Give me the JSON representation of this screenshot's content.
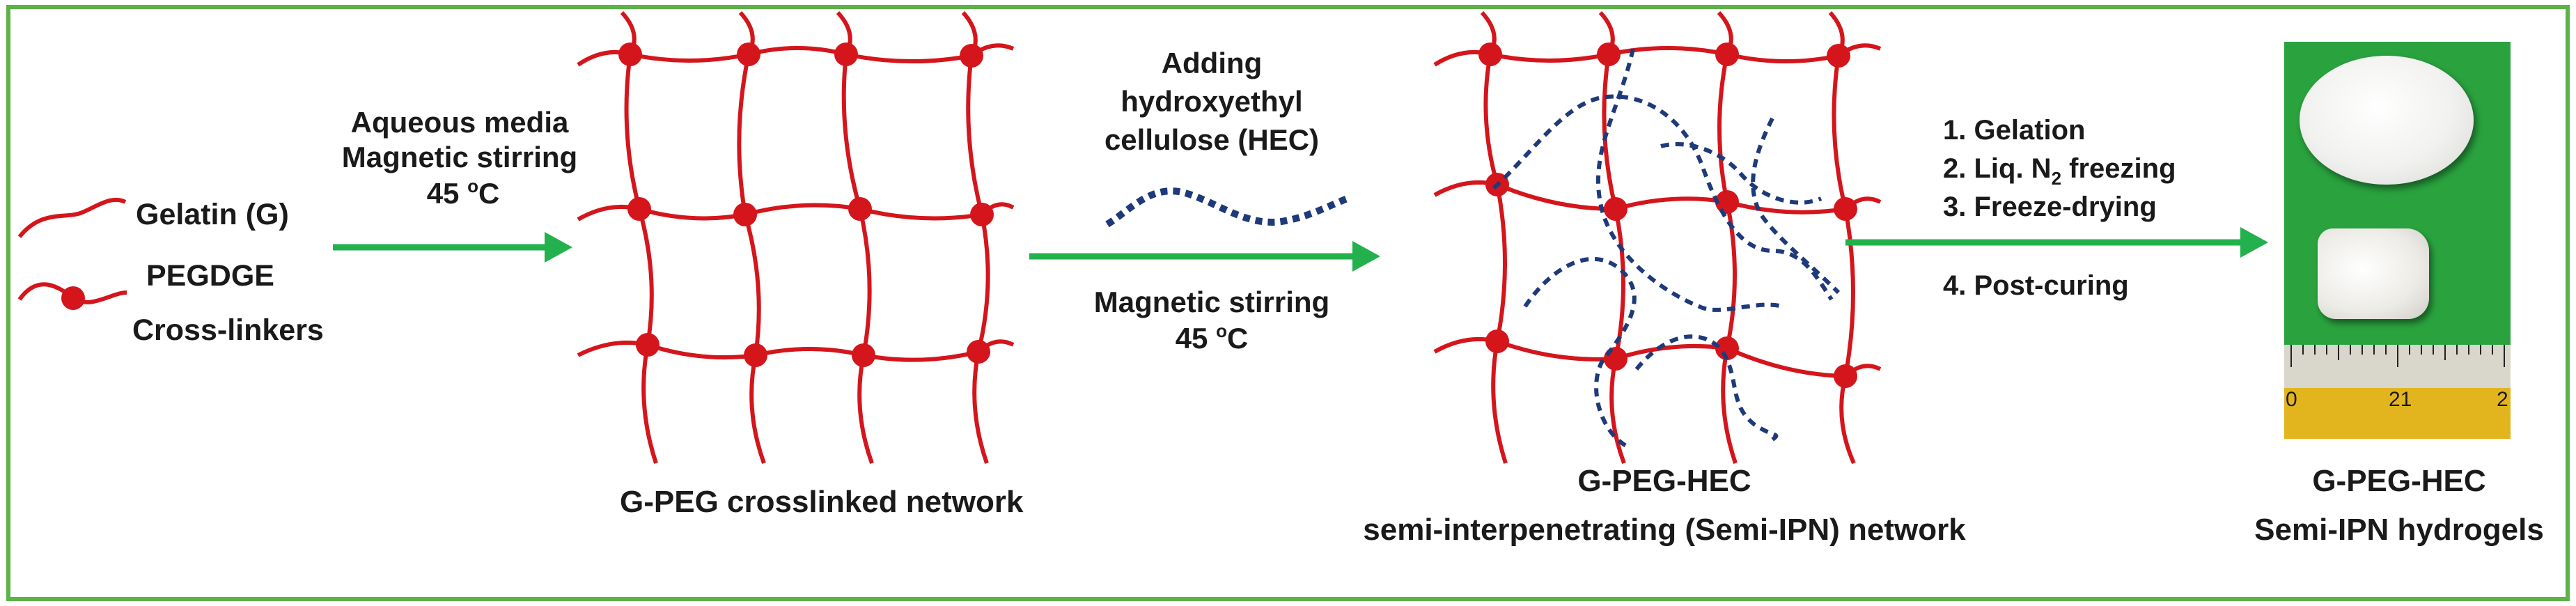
{
  "legend": {
    "gelatin_label": "Gelatin (G)",
    "crosslinker_label_1": "PEGDGE",
    "crosslinker_label_2": "Cross-linkers"
  },
  "step1": {
    "line1": "Aqueous media",
    "line2": "Magnetic stirring",
    "temp_value": "45 ",
    "temp_super": "o",
    "temp_unit": "C"
  },
  "network1": {
    "caption": "G-PEG crosslinked network"
  },
  "step2": {
    "above_1": "Adding",
    "above_2": "hydroxyethyl",
    "above_3": "cellulose (HEC)",
    "below_1": "Magnetic stirring",
    "temp_value": "45 ",
    "temp_super": "o",
    "temp_unit": "C"
  },
  "network2": {
    "caption_1": "G-PEG-HEC",
    "caption_2": "semi-interpenetrating (Semi-IPN) network"
  },
  "step3": {
    "item1": "1. Gelation",
    "item2_pre": "2. Liq. N",
    "item2_sub": "2",
    "item2_post": " freezing",
    "item3": "3. Freeze-drying",
    "item4": "4. Post-curing"
  },
  "product": {
    "caption_1": "G-PEG-HEC",
    "caption_2": "Semi-IPN hydrogels",
    "ruler_labels": [
      "0",
      "21",
      "2"
    ]
  },
  "colors": {
    "frame": "#5cb346",
    "arrow": "#22b14c",
    "polymer": "#d4161c",
    "hec": "#1f3a7a",
    "photo_bg": "#2aa33f"
  }
}
